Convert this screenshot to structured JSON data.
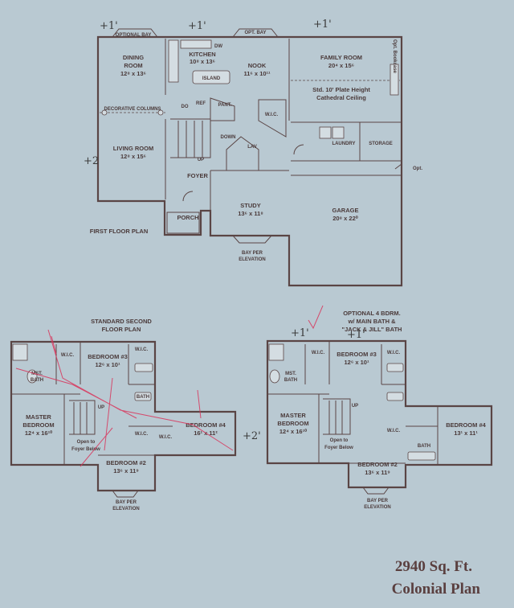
{
  "title": {
    "line1": "2940 Sq. Ft.",
    "line2": "Colonial Plan"
  },
  "first_floor": {
    "caption": "FIRST FLOOR PLAN",
    "optional_bay_1": "OPTIONAL BAY",
    "optional_bay_2": "OPT. BAY",
    "dining": {
      "name1": "DINING",
      "name2": "ROOM",
      "size": "12⁸ x 13⁶"
    },
    "kitchen": {
      "name": "KITCHEN",
      "size": "10⁸ x 13⁶"
    },
    "island": "ISLAND",
    "dw": "DW",
    "nook": {
      "name": "NOOK",
      "size": "11⁶ x 10¹¹"
    },
    "family": {
      "name": "FAMILY ROOM",
      "size": "20⁴ x 15⁶"
    },
    "ceiling_note1": "Std. 10' Plate Height",
    "ceiling_note2": "Cathedral Ceiling",
    "opt_bookcase": "Opt. Bookcase",
    "columns": "DECORATIVE COLUMNS",
    "do": "DO",
    "ref": "REF",
    "pant": "PANT.",
    "wic": "W.I.C.",
    "living": {
      "name": "LIVING ROOM",
      "size": "12⁸ x 15⁶"
    },
    "down": "DOWN",
    "up": "UP",
    "lav": "LAV",
    "laundry": "LAUNDRY",
    "storage": "STORAGE",
    "opt": "Opt.",
    "foyer": "FOYER",
    "study": {
      "name": "STUDY",
      "size": "13⁶ x 11⁸"
    },
    "garage": {
      "name": "GARAGE",
      "size": "20⁸ x 22⁰"
    },
    "porch": "PORCH",
    "bay1": "BAY PER",
    "bay2": "ELEVATION"
  },
  "second_std": {
    "caption1": "STANDARD SECOND",
    "caption2": "FLOOR PLAN",
    "wic": "W.I.C.",
    "bed3": {
      "name": "BEDROOM #3",
      "size": "12⁶ x 10¹"
    },
    "mst_bath1": "MST.",
    "mst_bath2": "BATH",
    "bath": "BATH",
    "up": "UP",
    "master": {
      "name1": "MASTER",
      "name2": "BEDROOM",
      "size": "12⁴ x 16¹⁰"
    },
    "open1": "Open to",
    "open2": "Foyer Below",
    "bed4": {
      "name": "BEDROOM #4",
      "size": "16¹ x 11²"
    },
    "bed2": {
      "name": "BEDROOM #2",
      "size": "13⁶ x 11⁹"
    },
    "bay1": "BAY PER",
    "bay2": "ELEVATION"
  },
  "second_opt": {
    "caption1": "OPTIONAL 4 BDRM.",
    "caption2": "w/ MAIN BATH &",
    "caption3": "\"JACK & JILL\" BATH",
    "wic": "W.I.C.",
    "bed3": {
      "name": "BEDROOM #3",
      "size": "12⁶ x 10¹"
    },
    "mst_bath1": "MST.",
    "mst_bath2": "BATH",
    "bath": "BATH",
    "up": "UP",
    "master": {
      "name1": "MASTER",
      "name2": "BEDROOM",
      "size": "12⁴ x 16¹⁰"
    },
    "open1": "Open to",
    "open2": "Foyer Below",
    "bed4": {
      "name": "BEDROOM #4",
      "size": "13¹ x 11¹"
    },
    "bed2": {
      "name": "BEDROOM #2",
      "size": "13⁶ x 11⁹"
    },
    "bay1": "BAY PER",
    "bay2": "ELEVATION"
  },
  "annotations": {
    "a1": "+1'",
    "a2": "+1'",
    "a3": "+1'",
    "a4": "+2",
    "a5": "+1'",
    "a6": "+1'",
    "a7": "+2'"
  },
  "colors": {
    "background": "#b9c9d2",
    "ink": "#5a4545",
    "pen": "#d8345a"
  }
}
